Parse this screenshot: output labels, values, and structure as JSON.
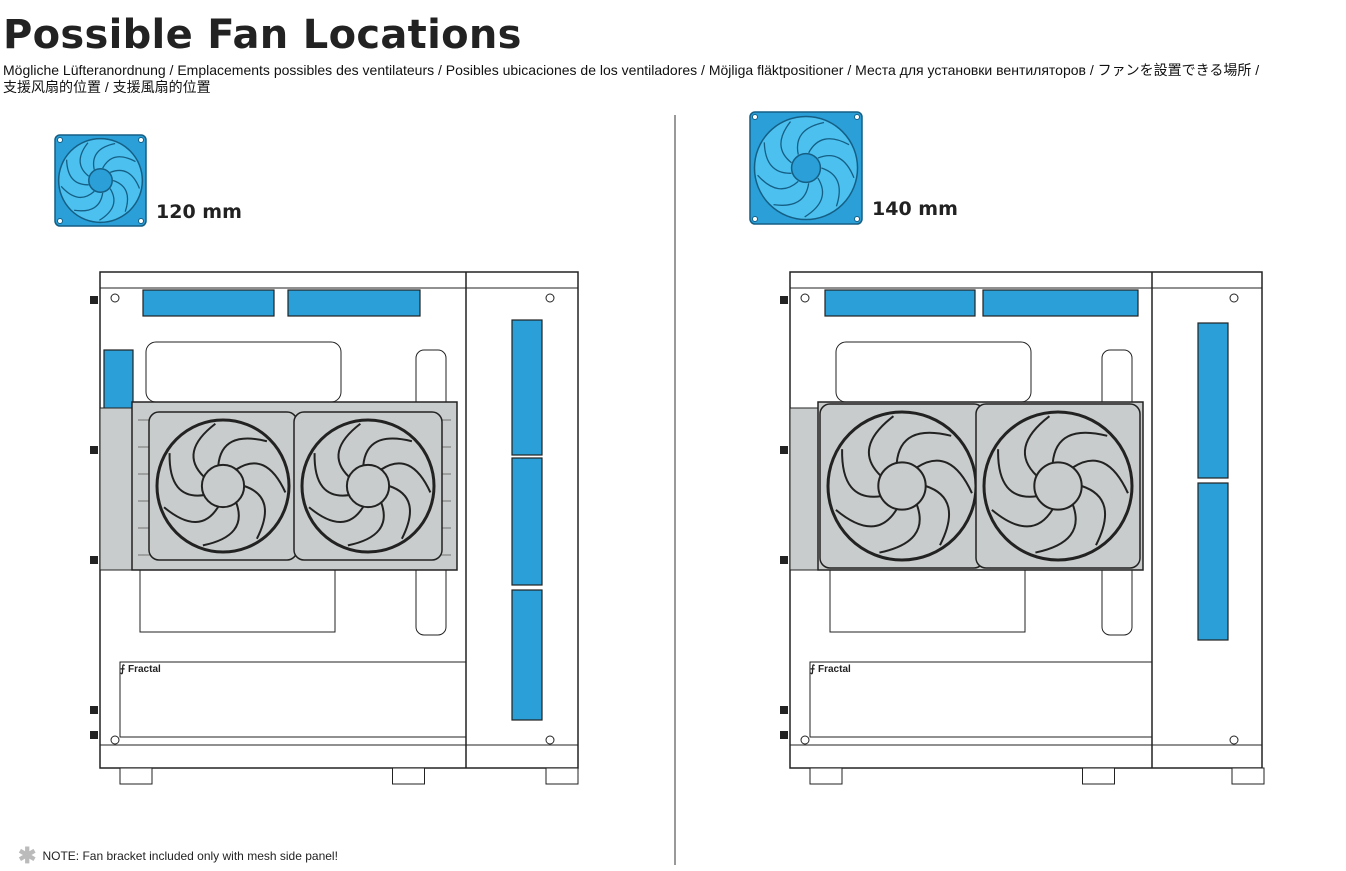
{
  "title": "Possible Fan Locations",
  "subtitle": {
    "line1": "Mögliche Lüfteranordnung / Emplacements possibles des ventilateurs / Posibles ubicaciones de los ventiladores / Möjliga fläktpositioner / Места для установки вентиляторов / ファンを設置できる場所 /",
    "line2": "支援风扇的位置 / 支援風扇的位置"
  },
  "panels": [
    {
      "fan_size": "120 mm",
      "fan_icon": "fan-120mm-icon",
      "brand_logo": "Fractal"
    },
    {
      "fan_size": "140 mm",
      "fan_icon": "fan-140mm-icon",
      "brand_logo": "Fractal"
    }
  ],
  "note": {
    "icon": "asterisk-icon",
    "text": "NOTE: Fan bracket included only with mesh side panel!"
  },
  "colors": {
    "fan_blue": "#2a9fd8",
    "bracket_gray": "#c9cccc",
    "outline": "#222222"
  }
}
